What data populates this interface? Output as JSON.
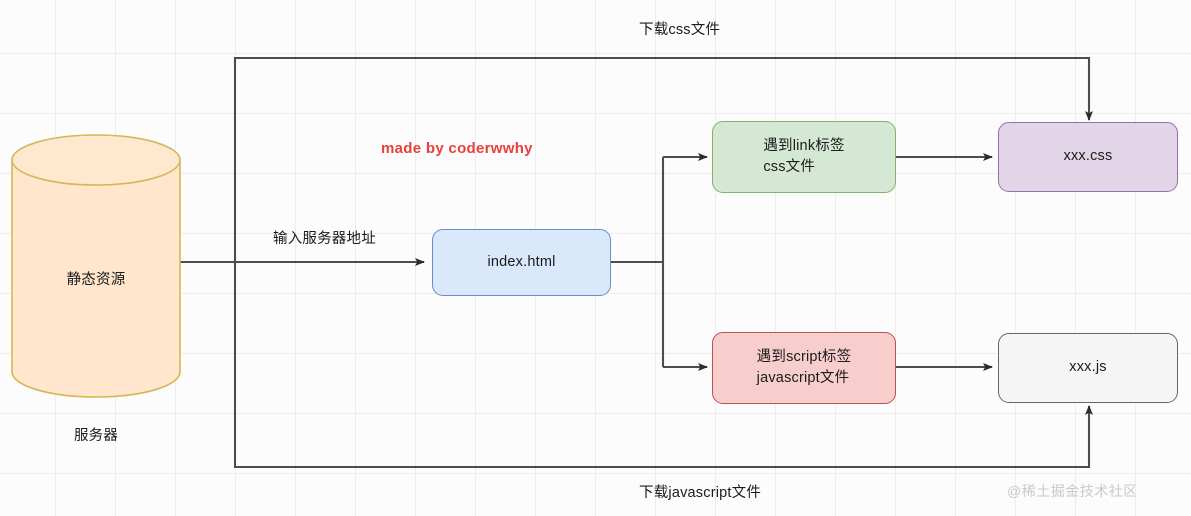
{
  "diagram": {
    "title": "browser resource loading flow",
    "background_color": "#fcfcfc",
    "grid_color": "#ededed",
    "nodes": {
      "server_cylinder": {
        "label": "静态资源",
        "caption": "服务器",
        "fill": "#ffe6cc",
        "stroke": "#d6b656"
      },
      "index_html": {
        "label": "index.html",
        "fill": "#dae8fc",
        "stroke": "#6c8ebf"
      },
      "link_tag": {
        "line1": "遇到link标签",
        "line2": "css文件",
        "fill": "#d5e8d4",
        "stroke": "#82b366"
      },
      "script_tag": {
        "line1": "遇到script标签",
        "line2": "javascript文件",
        "fill": "#f8cecc",
        "stroke": "#b85450"
      },
      "css_file": {
        "label": "xxx.css",
        "fill": "#e1d5e7",
        "stroke": "#9673a6"
      },
      "js_file": {
        "label": "xxx.js",
        "fill": "#f5f5f5",
        "stroke": "#666666"
      }
    },
    "edge_labels": {
      "download_css": "下载css文件",
      "enter_server_address": "输入服务器地址",
      "download_javascript": "下载javascript文件"
    },
    "annotations": {
      "made_by": "made by coderwwhy",
      "made_by_color": "#e8413c",
      "watermark": "@稀土掘金技术社区",
      "watermark_color": "#c9c9c9"
    },
    "edge_color": "#4d4d4d"
  }
}
